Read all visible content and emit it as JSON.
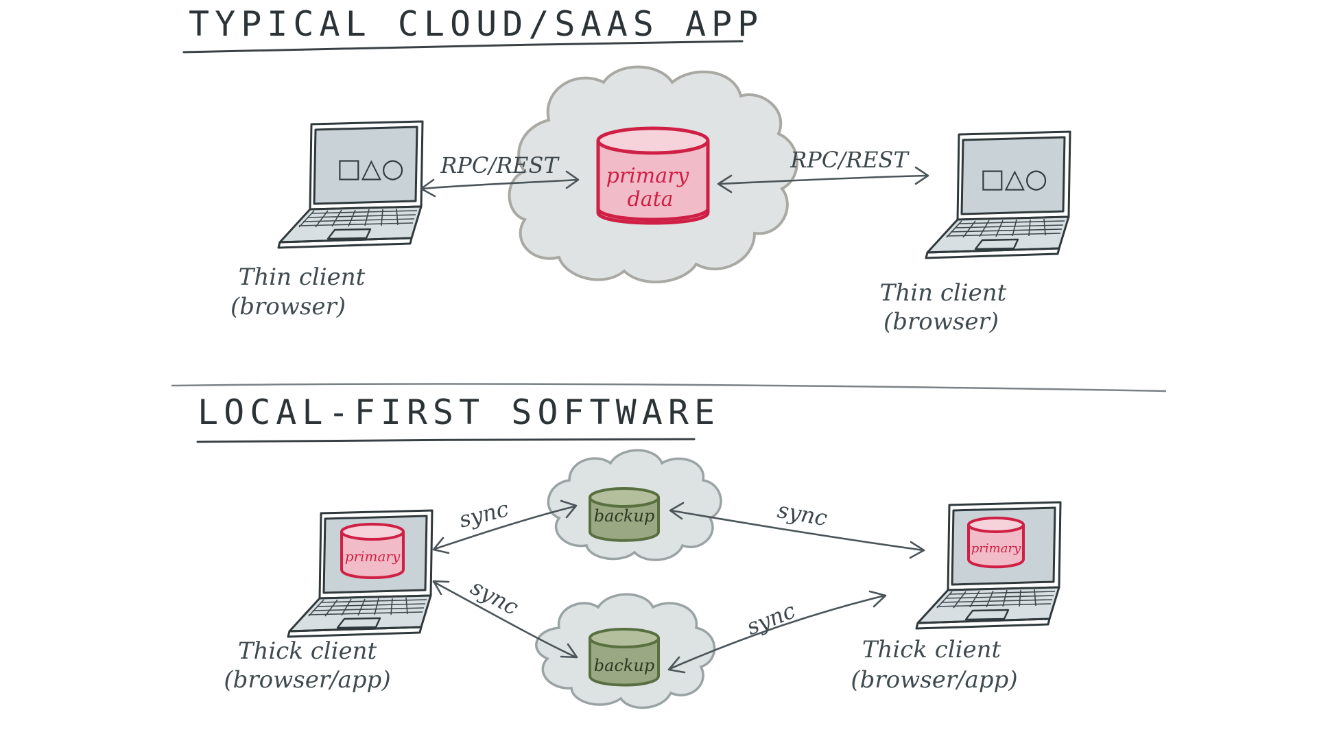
{
  "sections": {
    "cloud": {
      "title": "TYPICAL CLOUD/SAAS APP"
    },
    "local": {
      "title": "LOCAL-FIRST SOFTWARE"
    }
  },
  "cloud_diagram": {
    "center_db": {
      "line1": "primary",
      "line2": "data"
    },
    "left_client": {
      "screen_symbols": "□△○",
      "label_line1": "Thin client",
      "label_line2": "(browser)"
    },
    "right_client": {
      "screen_symbols": "□△○",
      "label_line1": "Thin client",
      "label_line2": "(browser)"
    },
    "left_edge_label": "RPC/REST",
    "right_edge_label": "RPC/REST"
  },
  "local_diagram": {
    "top_backup": {
      "label": "backup"
    },
    "bottom_backup": {
      "label": "backup"
    },
    "left_client": {
      "db_label": "primary",
      "label_line1": "Thick client",
      "label_line2": "(browser/app)"
    },
    "right_client": {
      "db_label": "primary",
      "label_line1": "Thick client",
      "label_line2": "(browser/app)"
    },
    "edges": {
      "left_top": "sync",
      "left_bottom": "sync",
      "right_top": "sync",
      "right_bottom": "sync"
    }
  },
  "colors": {
    "primary_red": "#cf1f45",
    "backup_green": "#6f8a58",
    "ink": "#2f383b",
    "cloud_fill": "#dfe3e4"
  }
}
